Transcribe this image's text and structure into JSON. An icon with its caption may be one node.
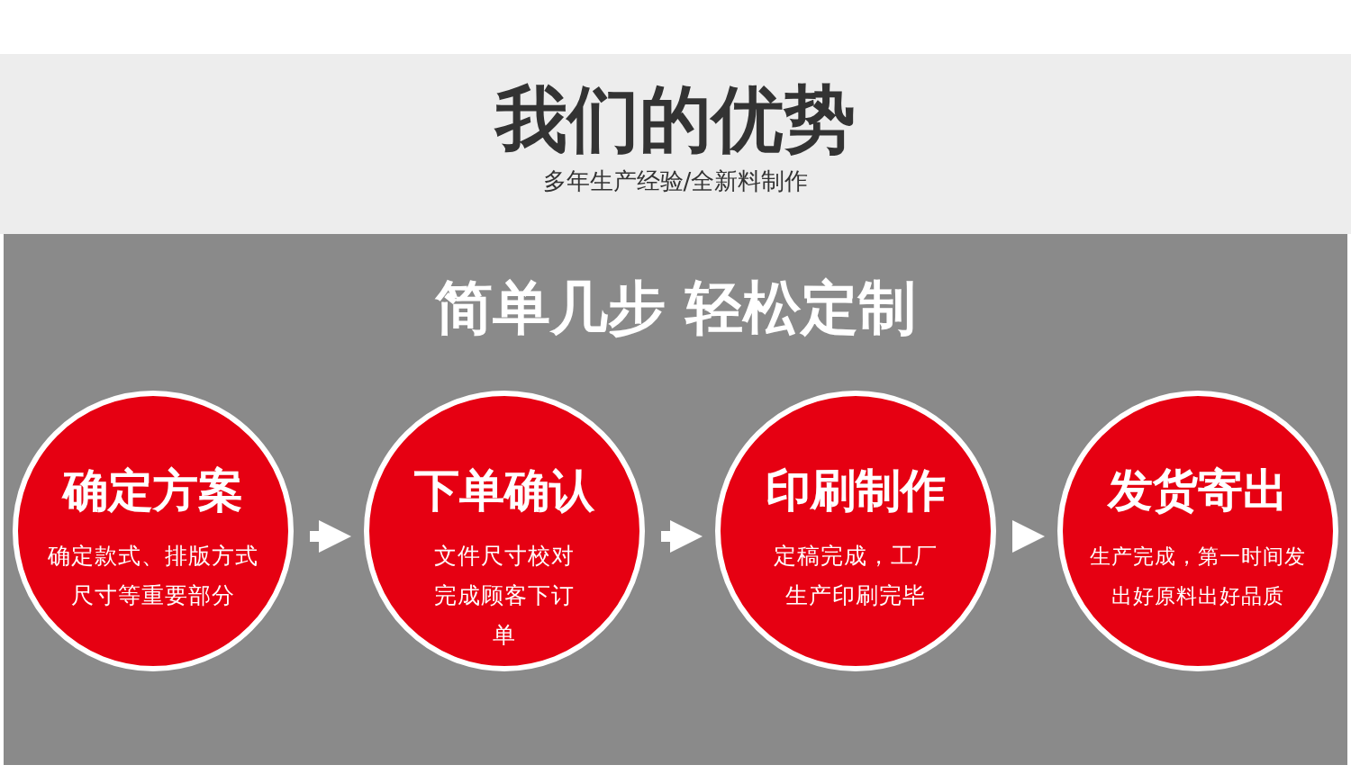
{
  "diagram": {
    "title": "我们的优势",
    "nodes": [
      {
        "text": [
          "确定方案",
          "确定款式、排版方式尺寸等重要部分"
        ]
      },
      {
        "text": [
          "下单确认",
          "文件尺寸校对完成顾客下订单"
        ]
      },
      {
        "text": [
          "印刷制作",
          "定稿完成，工厂生产印刷完毕"
        ]
      },
      {
        "text": [
          "发货寄出",
          "生产完成，第一时间发出好原料出好品质"
        ]
      }
    ],
    "edges": [
      {
        "from": 0,
        "to": 1,
        "arrow": "to"
      },
      {
        "from": 1,
        "to": 2,
        "arrow": "to"
      },
      {
        "from": 2,
        "to": 3,
        "arrow": "to"
      }
    ],
    "labels": [
      "多年生产经验/全新料制作",
      "简单几步 轻松定制"
    ]
  }
}
